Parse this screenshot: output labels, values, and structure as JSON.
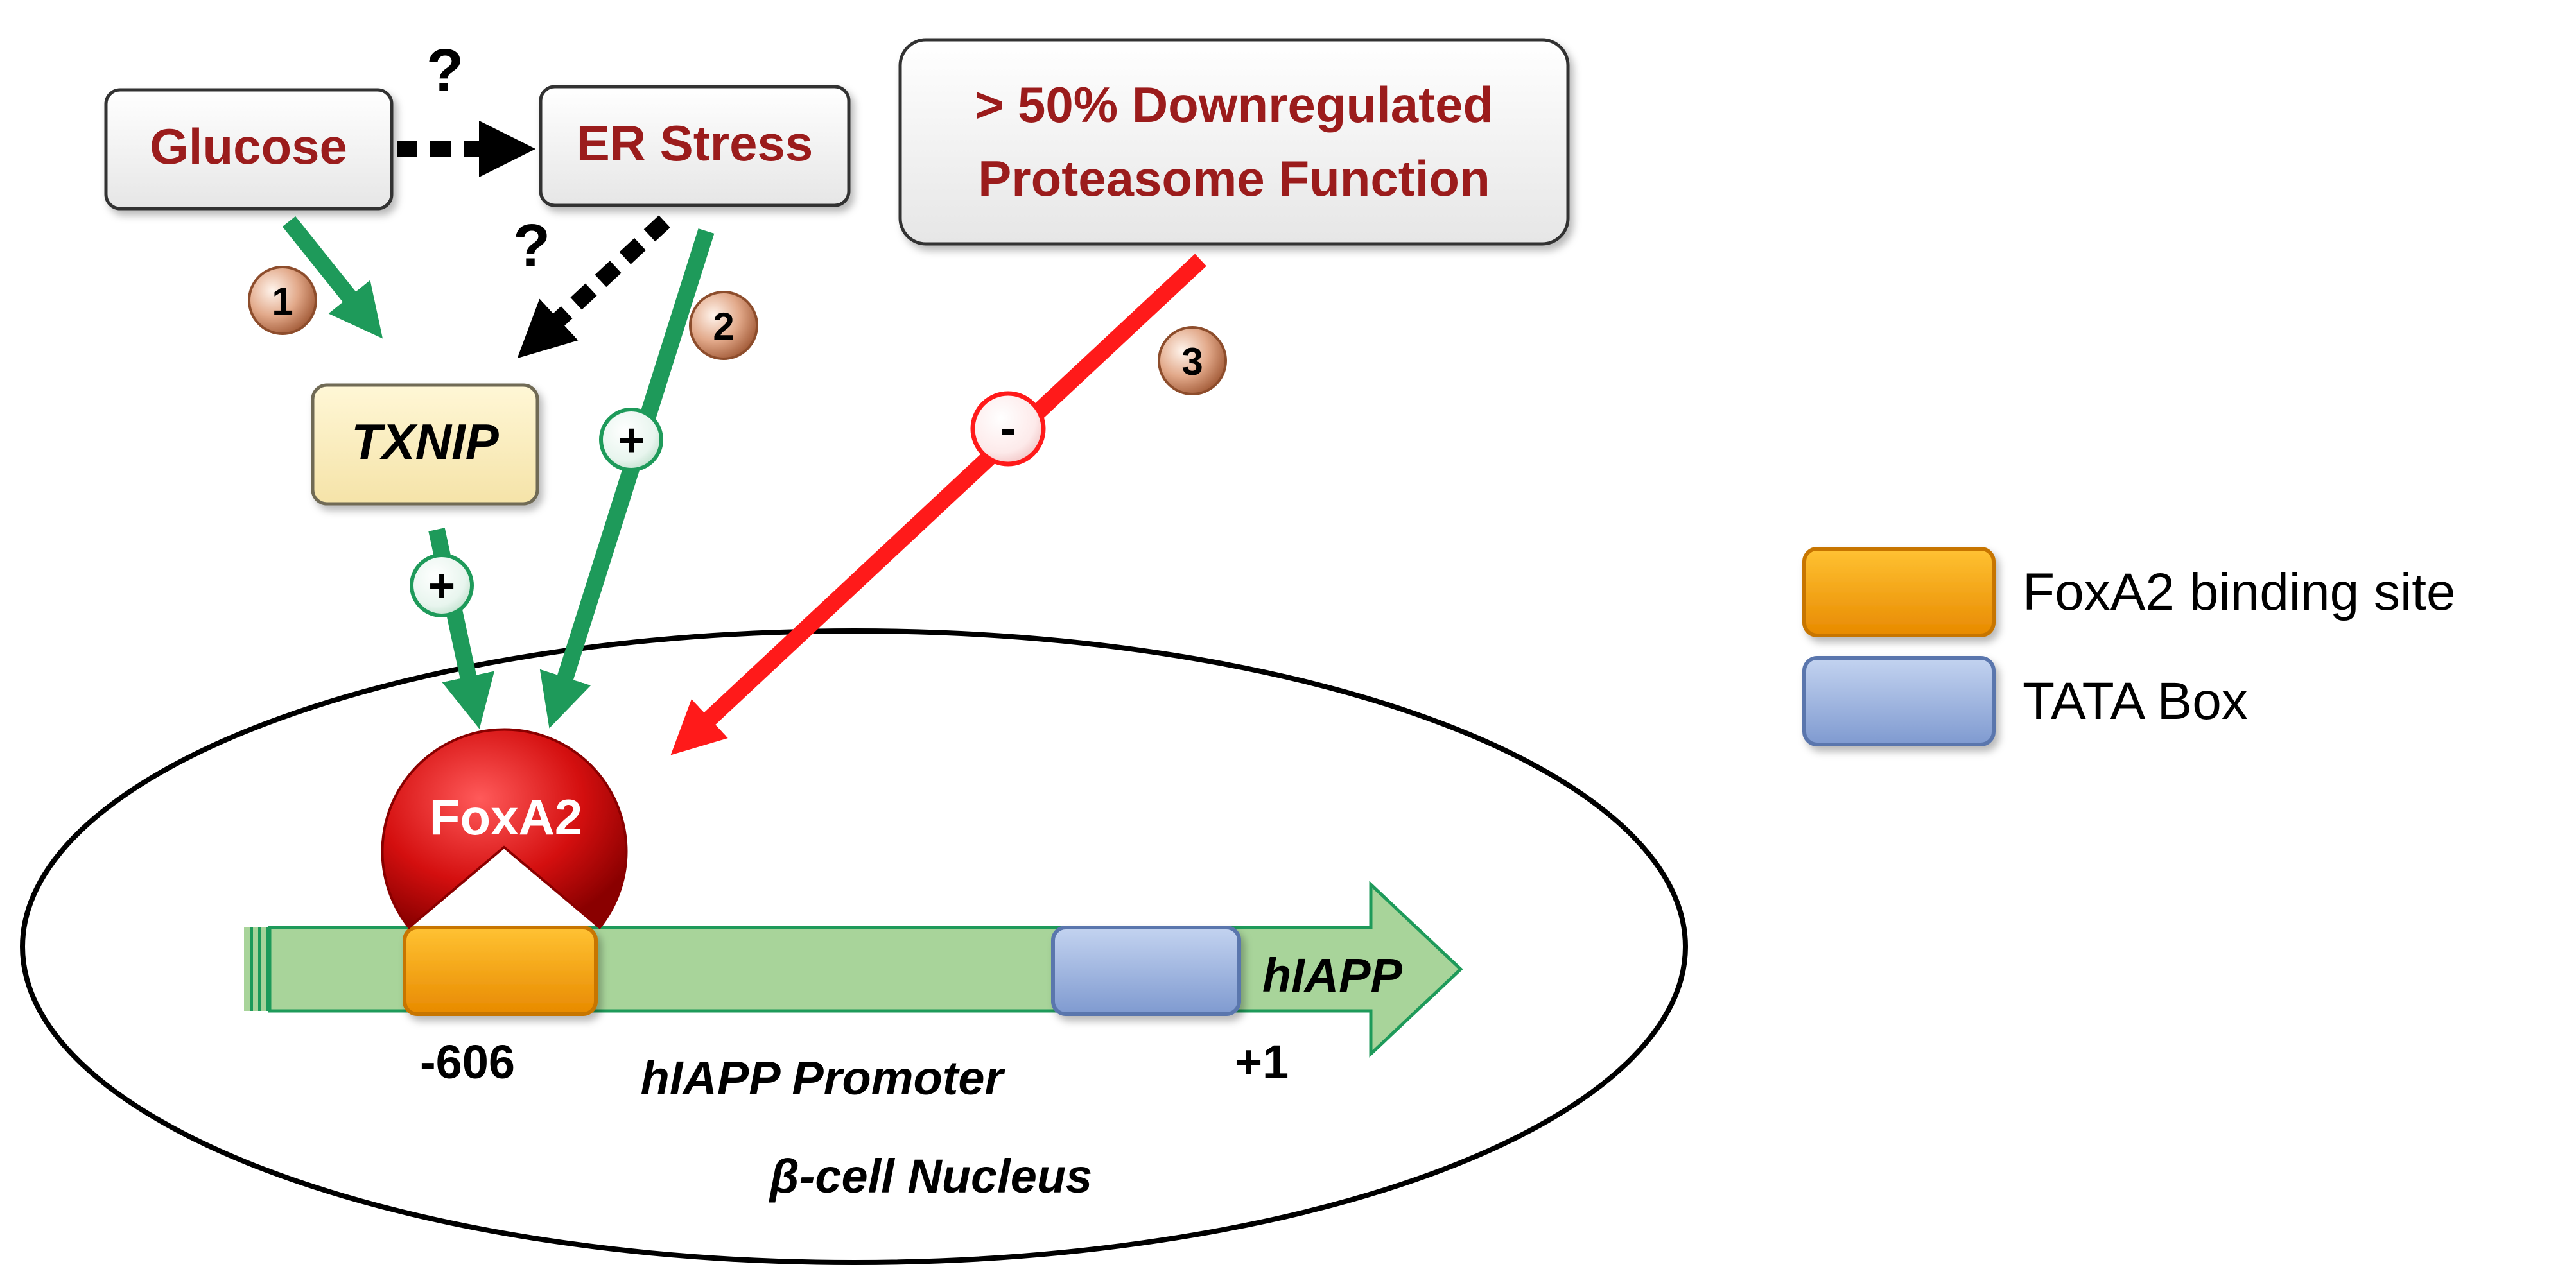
{
  "nodes": {
    "glucose": "Glucose",
    "er_stress": "ER Stress",
    "proteasome_line1": "> 50% Downregulated",
    "proteasome_line2": "Proteasome Function",
    "txnip": "TXNIP",
    "foxa2": "FoxA2"
  },
  "unknown_marks": {
    "glucose_to_er": "?",
    "er_to_txnip": "?"
  },
  "steps": {
    "step1": "1",
    "step2": "2",
    "step3": "3"
  },
  "effects": {
    "txnip_to_foxa2": "+",
    "er_to_foxa2": "+",
    "proteasome_to_foxa2": "-"
  },
  "gene": {
    "name": "hIAPP",
    "promoter_label": "hIAPP Promoter",
    "pos_foxa2": "-606",
    "pos_start": "+1",
    "nucleus_label": "β-cell Nucleus"
  },
  "legend": {
    "foxa2_site": "FoxA2 binding site",
    "tata_box": "TATA Box"
  },
  "colors": {
    "node_text": "#9b1c1c",
    "green_arrow": "#1e9a5a",
    "red_arrow": "#ff1a1a",
    "foxa2_site": "#f5a10f",
    "tata_box": "#9db5e0",
    "promoter_bar": "#a8d49a"
  }
}
